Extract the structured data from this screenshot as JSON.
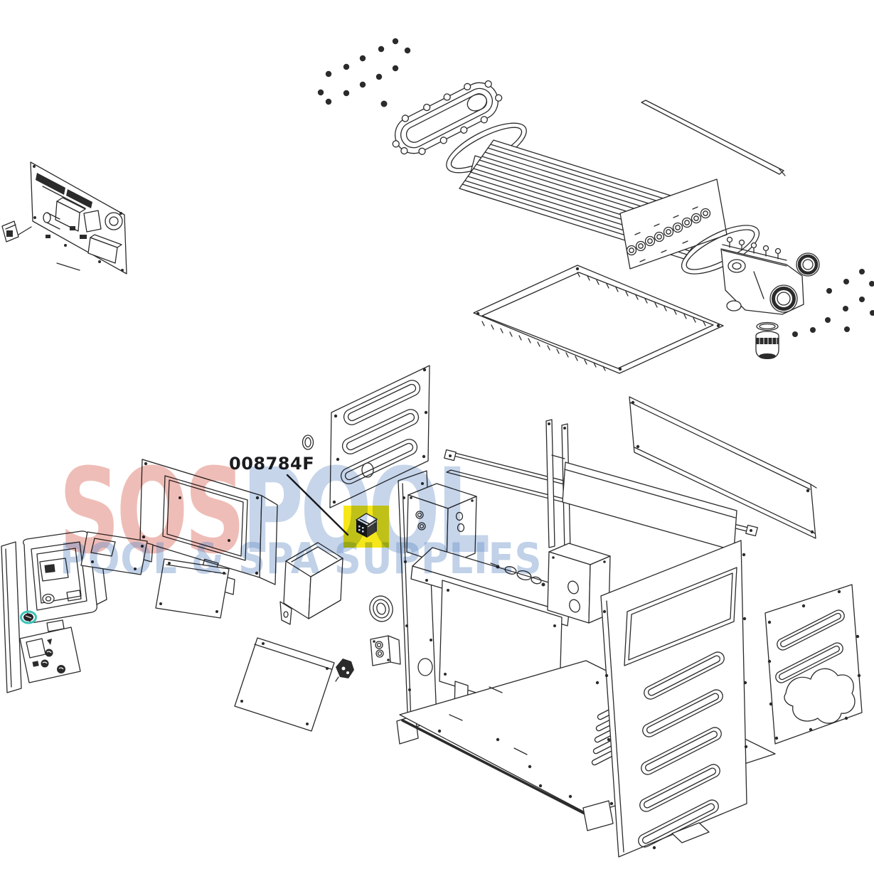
{
  "page": {
    "background": "#ffffff"
  },
  "callout": {
    "part_number": "008784F",
    "highlight_color": "#f6e71a",
    "highlighted_part": "relay-block"
  },
  "watermark": {
    "word_red": "SOS",
    "word_blue": "POOL",
    "tagline": "POOL & SPA SUPPLIES",
    "red_color": "#d75e4b",
    "blue_color": "#6e91c8"
  },
  "diagram": {
    "line_color": "#2b2b2b"
  }
}
